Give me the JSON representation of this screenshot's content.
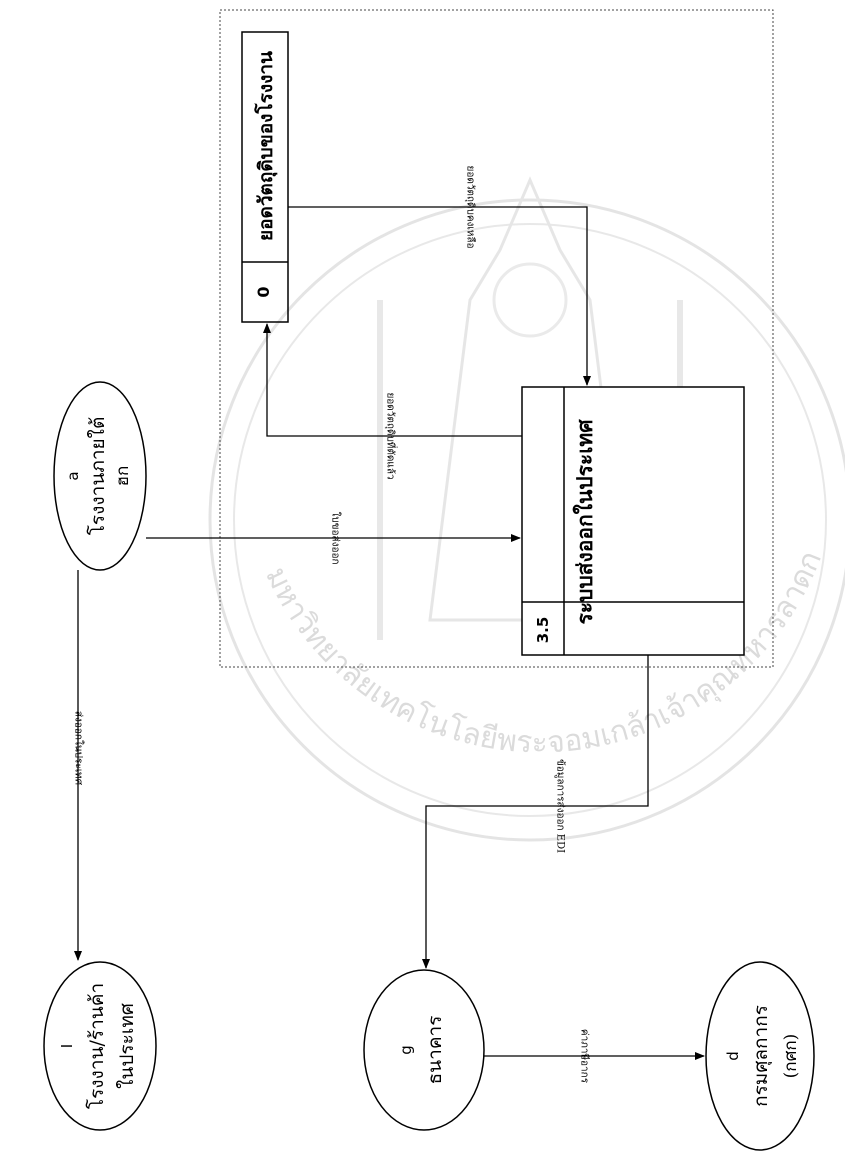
{
  "diagram": {
    "boundary": {},
    "datastore": {
      "id": "0",
      "name": "ยอดวัตถุดิบของโรงงาน"
    },
    "process": {
      "id": "3.5",
      "name": "ระบบส่งออกในประเทศ"
    },
    "entities": {
      "factory_a": {
        "letter": "a",
        "name_line1": "โรงงานภายใต้",
        "name_line2": "ฮก"
      },
      "customer_i": {
        "letter": "I",
        "name_line1": "โรงงาน/ร้านค้า",
        "name_line2": "ในประเทศ"
      },
      "bank_g": {
        "letter": "g",
        "name_line1": "ธนาคาร"
      },
      "customs_d": {
        "letter": "d",
        "name_line1": "กรมศุลกากร",
        "name_line2": "(กศก)"
      }
    },
    "flows": {
      "store_to_process": "ยอดวัตถุดิบคงเหลือ",
      "process_to_store": "ยอดวัตถุดิบที่ตัดแล้ว",
      "factory_to_process": "ใบขอส่งออก",
      "factory_to_customer": "ส่งออกในประเทศ",
      "process_to_bank": "ข้อมูลการส่งออก EDI",
      "bank_to_customs": "ค่าภาษีอากร"
    },
    "watermark": {
      "arc_text": "มหาวิทยาลัยเทคโนโลยีพระจอมเกล้าเจ้าคุณทหารลาดกระบัง"
    }
  }
}
